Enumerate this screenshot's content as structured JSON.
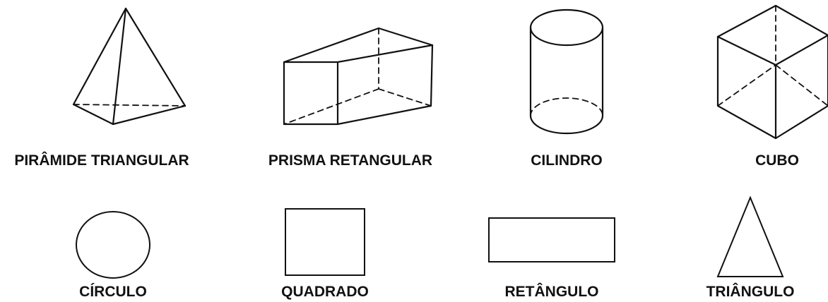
{
  "labels": {
    "piramide": "PIRÂMIDE TRIANGULAR",
    "prisma": "PRISMA RETANGULAR",
    "cilindro": "CILINDRO",
    "cubo": "CUBO",
    "circulo": "CÍRCULO",
    "quadrado": "QUADRADO",
    "retangulo": "RETÂNGULO",
    "triangulo": "TRIÂNGULO"
  }
}
